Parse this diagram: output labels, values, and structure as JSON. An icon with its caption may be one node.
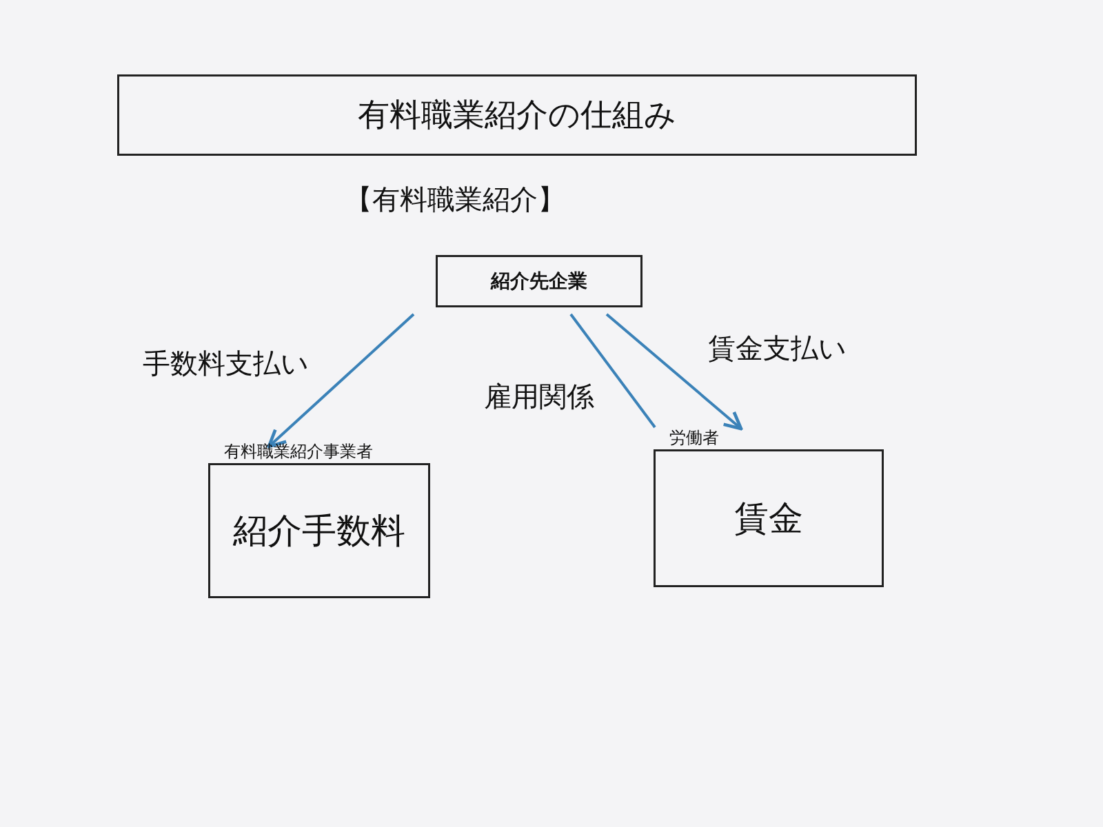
{
  "diagram": {
    "title": "有料職業紹介の仕組み",
    "nodes": [
      {
        "text": [
          "紹介先企業"
        ]
      },
      {
        "text": [
          "有料職業紹介事業者",
          "紹介手数料"
        ]
      },
      {
        "text": [
          "労働者",
          "賃金"
        ]
      }
    ],
    "edges": [
      {
        "from": 0,
        "to": 1,
        "arrow": "to",
        "label": "手数料支払い"
      },
      {
        "from": 0,
        "to": 2,
        "arrow": "none",
        "label": "雇用関係"
      },
      {
        "from": 0,
        "to": 2,
        "arrow": "to",
        "label": "賃金支払い"
      }
    ],
    "labels": [
      "【有料職業紹介】"
    ]
  }
}
